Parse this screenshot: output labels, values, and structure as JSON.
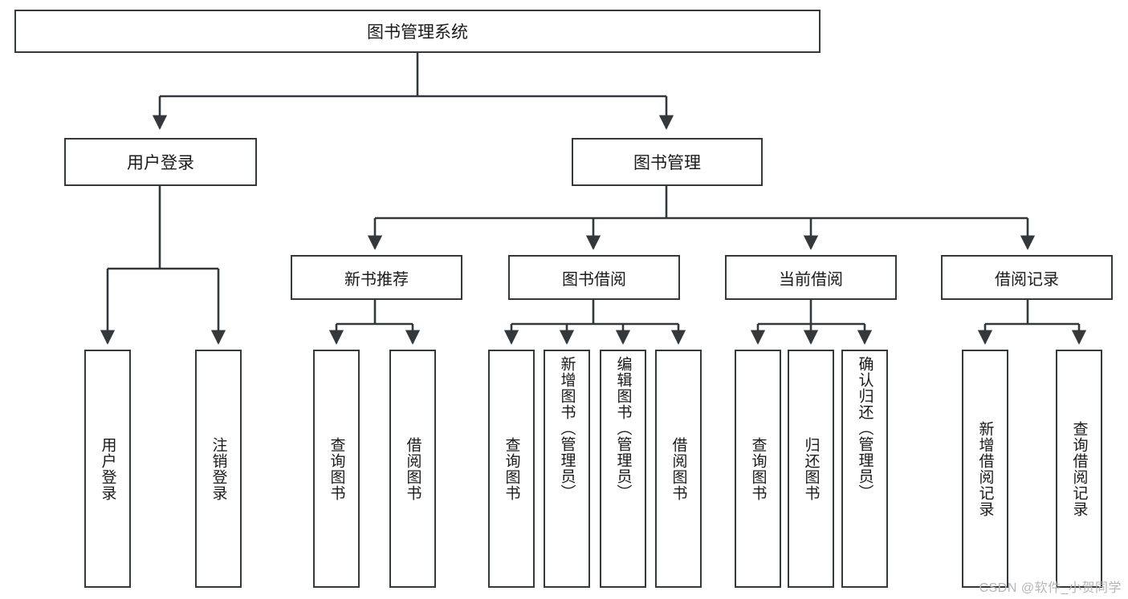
{
  "diagram": {
    "title": "图书管理系统",
    "type": "tree-structure-diagram",
    "line_color": "#32383b",
    "box_fill": "#ffffff",
    "text_color": "#1a1a1a"
  },
  "root": {
    "label": "图书管理系统"
  },
  "level2": [
    {
      "label": "用户登录"
    },
    {
      "label": "图书管理"
    }
  ],
  "level3": [
    {
      "label": "新书推荐"
    },
    {
      "label": "图书借阅"
    },
    {
      "label": "当前借阅"
    },
    {
      "label": "借阅记录"
    }
  ],
  "leaves": {
    "user_login": [
      {
        "label": "用户登录"
      },
      {
        "label": "注销登录"
      }
    ],
    "new_book_recommend": [
      {
        "label": "查询图书"
      },
      {
        "label": "借阅图书"
      }
    ],
    "book_borrow": [
      {
        "label": "查询图书"
      },
      {
        "label": "新增图书（管理员）"
      },
      {
        "label": "编辑图书（管理员）"
      },
      {
        "label": "借阅图书"
      }
    ],
    "current_borrow": [
      {
        "label": "查询图书"
      },
      {
        "label": "归还图书"
      },
      {
        "label": "确认归还（管理员）"
      }
    ],
    "borrow_record": [
      {
        "label": "新增借阅记录"
      },
      {
        "label": "查询借阅记录"
      }
    ]
  },
  "watermark": {
    "text": "CSDN @软件_小贺同学"
  }
}
